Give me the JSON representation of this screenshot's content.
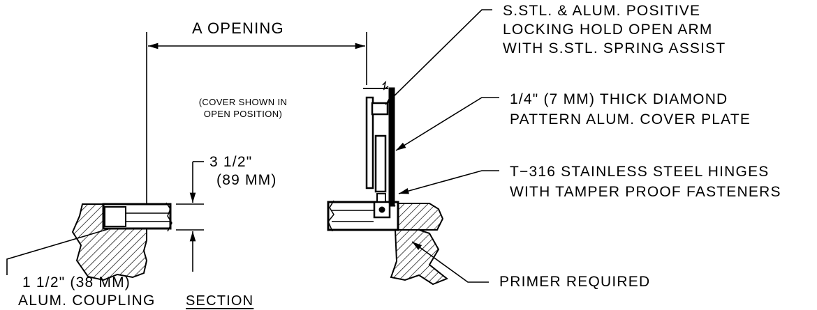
{
  "labels": {
    "opening": "A   OPENING",
    "cover_note_1": "(COVER SHOWN IN",
    "cover_note_2": "OPEN POSITION)",
    "depth_1": "3  1/2\"",
    "depth_2": "(89  MM)",
    "coupling_1": "1  1/2\"  (38  MM)",
    "coupling_2": "ALUM.  COUPLING",
    "section": "SECTION",
    "arm_1": "S.STL.  &  ALUM.  POSITIVE",
    "arm_2": "LOCKING   HOLD  OPEN  ARM",
    "arm_3": "WITH  S.STL.  SPRING  ASSIST",
    "plate_1": "1/4\"  (7  MM)  THICK  DIAMOND",
    "plate_2": "PATTERN  ALUM.  COVER  PLATE",
    "hinge_1": "T−316  STAINLESS  STEEL  HINGES",
    "hinge_2": "WITH  TAMPER  PROOF  FASTENERS",
    "primer": "PRIMER  REQUIRED"
  }
}
